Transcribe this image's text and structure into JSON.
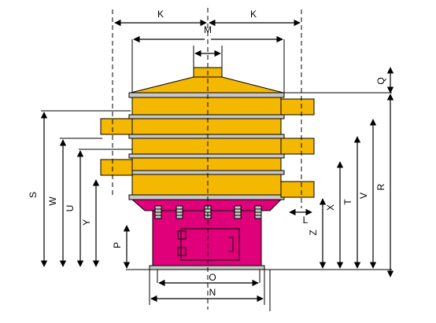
{
  "colors": {
    "yellow": "#F5B800",
    "magenta": "#E0007A",
    "grey": "#C8C8C8",
    "line": "#000000"
  },
  "labels": {
    "K_left": "K",
    "K_right": "K",
    "M": "M",
    "Q": "Q",
    "S": "S",
    "W": "W",
    "U": "U",
    "Y": "Y",
    "P": "P",
    "L": "L",
    "Z": "Z",
    "X": "X",
    "T": "T",
    "V": "V",
    "R": "R",
    "O": "O",
    "N": "N"
  }
}
